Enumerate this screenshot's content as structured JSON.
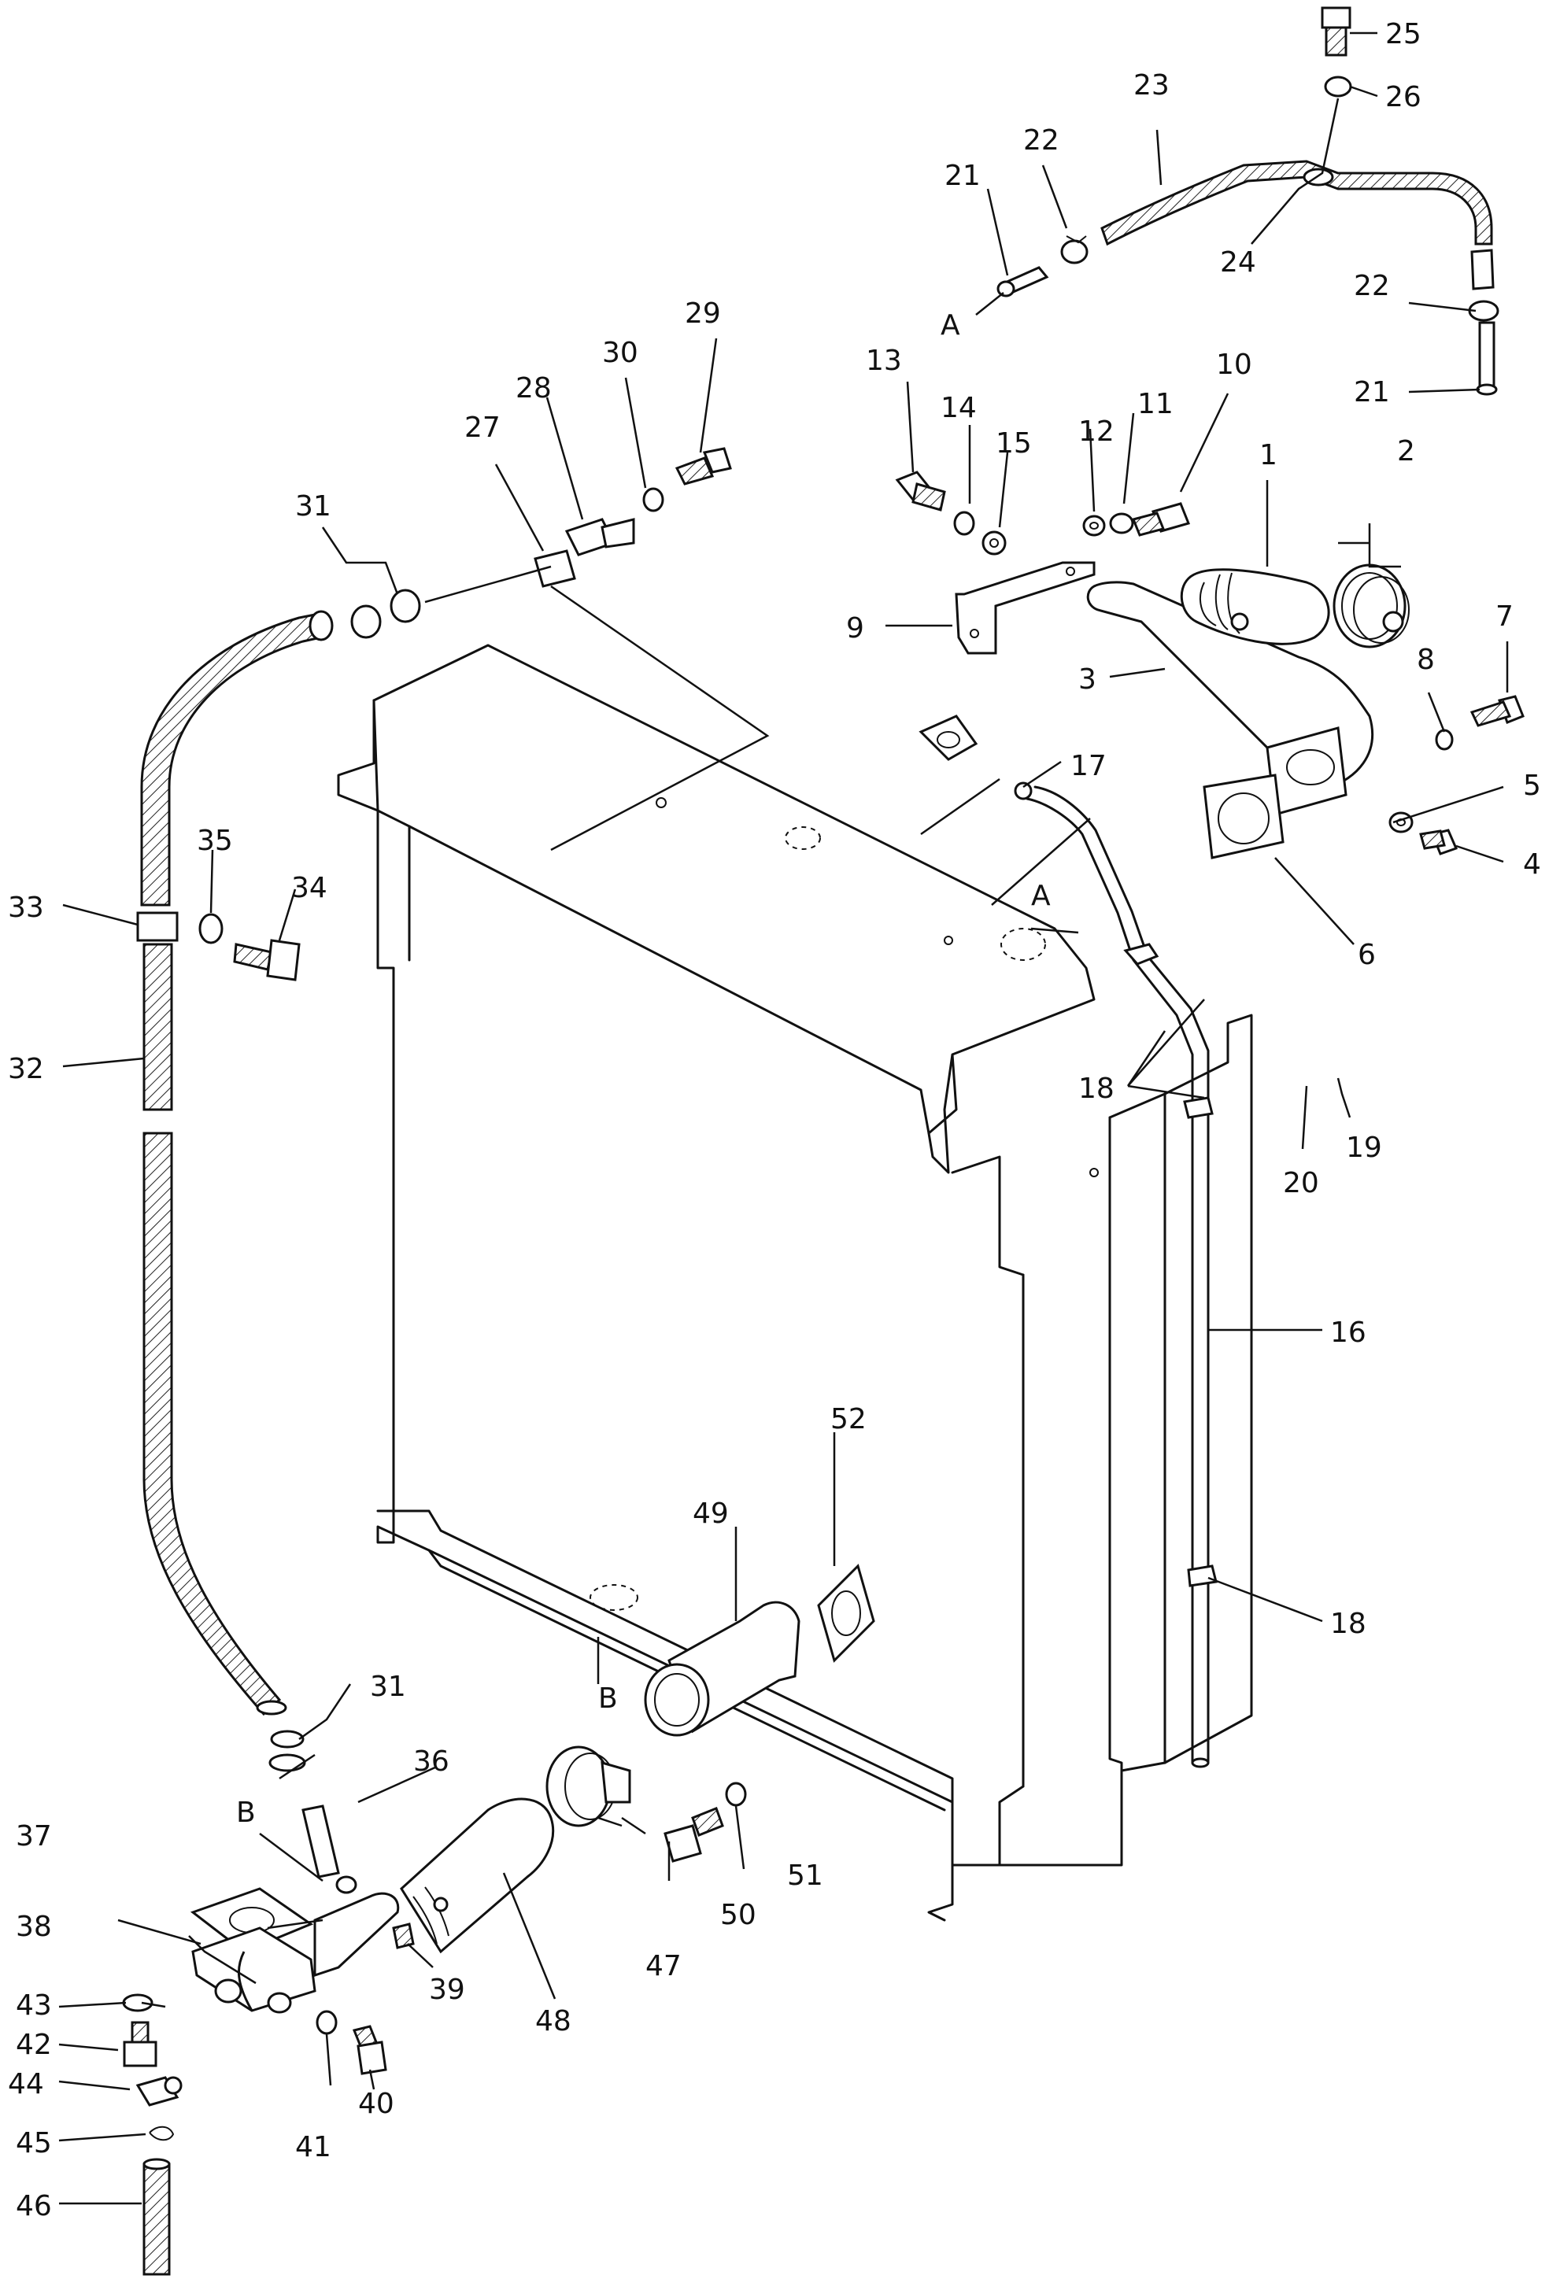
{
  "diagram": {
    "view_letters": [
      "A",
      "A",
      "B",
      "B"
    ],
    "part_numbers": [
      "1",
      "2",
      "3",
      "4",
      "5",
      "6",
      "7",
      "8",
      "9",
      "10",
      "11",
      "12",
      "13",
      "14",
      "15",
      "16",
      "17",
      "18",
      "18",
      "19",
      "20",
      "21",
      "21",
      "22",
      "22",
      "23",
      "24",
      "25",
      "26",
      "27",
      "28",
      "29",
      "30",
      "31",
      "31",
      "32",
      "33",
      "34",
      "35",
      "36",
      "37",
      "38",
      "39",
      "40",
      "41",
      "42",
      "43",
      "44",
      "45",
      "46",
      "47",
      "48",
      "49",
      "50",
      "51",
      "52"
    ]
  }
}
